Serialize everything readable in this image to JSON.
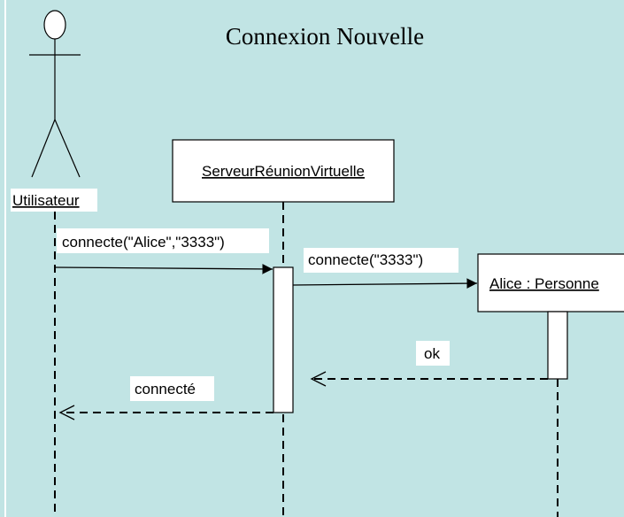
{
  "diagram": {
    "title": "Connexion Nouvelle",
    "background_color": "#c1e4e4",
    "actor": {
      "label": "Utilisateur"
    },
    "objects": [
      {
        "label": "ServeurRéunionVirtuelle"
      },
      {
        "label": "Alice : Personne"
      }
    ],
    "messages": [
      {
        "label": "connecte(\"Alice\",\"3333\")",
        "kind": "call"
      },
      {
        "label": "connecte(\"3333\")",
        "kind": "call"
      },
      {
        "label": "ok",
        "kind": "return"
      },
      {
        "label": "connecté",
        "kind": "return"
      }
    ]
  }
}
